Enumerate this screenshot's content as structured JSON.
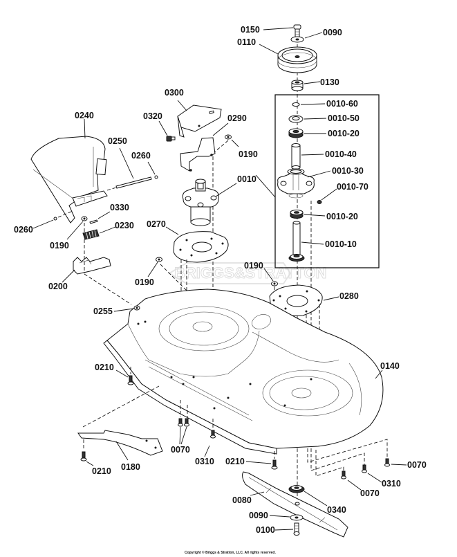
{
  "diagram": {
    "title": "Mower Deck Exploded Parts Diagram",
    "watermark": "BRIGGS&STRATTON",
    "copyright": "Copyright © Briggs & Stratton, LLC. All rights reserved.",
    "callouts": {
      "c0150": "0150",
      "c0090_top": "0090",
      "c0110": "0110",
      "c0130": "0130",
      "c0010_60": "0010-60",
      "c0010_50": "0010-50",
      "c0010_20_top": "0010-20",
      "c0010_40": "0010-40",
      "c0010_30": "0010-30",
      "c0010_70": "0010-70",
      "c0010_20_bot": "0010-20",
      "c0010_10": "0010-10",
      "c0300": "0300",
      "c0320": "0320",
      "c0290": "0290",
      "c0190_a": "0190",
      "c0010": "0010",
      "c0240": "0240",
      "c0250": "0250",
      "c0260_a": "0260",
      "c0260_b": "0260",
      "c0330": "0330",
      "c0230": "0230",
      "c0190_b": "0190",
      "c0270": "0270",
      "c0200": "0200",
      "c0190_c": "0190",
      "c0190_d": "0190",
      "c0280": "0280",
      "c0255": "0255",
      "c0140": "0140",
      "c0210_a": "0210",
      "c0070_a": "0070",
      "c0310_a": "0310",
      "c0180": "0180",
      "c0210_b": "0210",
      "c0210_c": "0210",
      "c0070_b": "0070",
      "c0310_b": "0310",
      "c0070_c": "0070",
      "c0080": "0080",
      "c0340": "0340",
      "c0090_bot": "0090",
      "c0100": "0100"
    }
  }
}
